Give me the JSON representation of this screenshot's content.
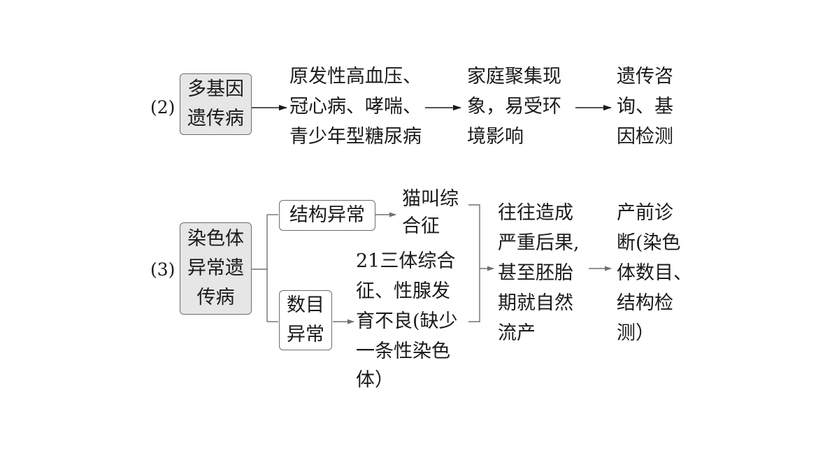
{
  "section2": {
    "number": "(2)",
    "category": [
      "多基因",
      "遗传病"
    ],
    "examples": [
      "原发性高血压、",
      "冠心病、哮喘、",
      "青少年型糖尿病"
    ],
    "features": [
      "家庭聚集现",
      "象，易受环",
      "境影响"
    ],
    "prevention": [
      "遗传咨",
      "询、基",
      "因检测"
    ]
  },
  "section3": {
    "number": "(3)",
    "category": [
      "染色体",
      "异常遗",
      "传病"
    ],
    "structural": {
      "label": "结构异常",
      "example": [
        "猫叫综",
        "合征"
      ]
    },
    "numerical": {
      "label": [
        "数目",
        "异常"
      ],
      "example": [
        "21三体综合",
        "征、性腺发",
        "育不良(缺少",
        "一条性染色",
        "体）"
      ]
    },
    "consequence": [
      "往往造成",
      "严重后果,",
      "甚至胚胎",
      "期就自然",
      "流产"
    ],
    "prevention": [
      "产前诊",
      "断(染色",
      "体数目、",
      "结构检",
      "测）"
    ]
  }
}
